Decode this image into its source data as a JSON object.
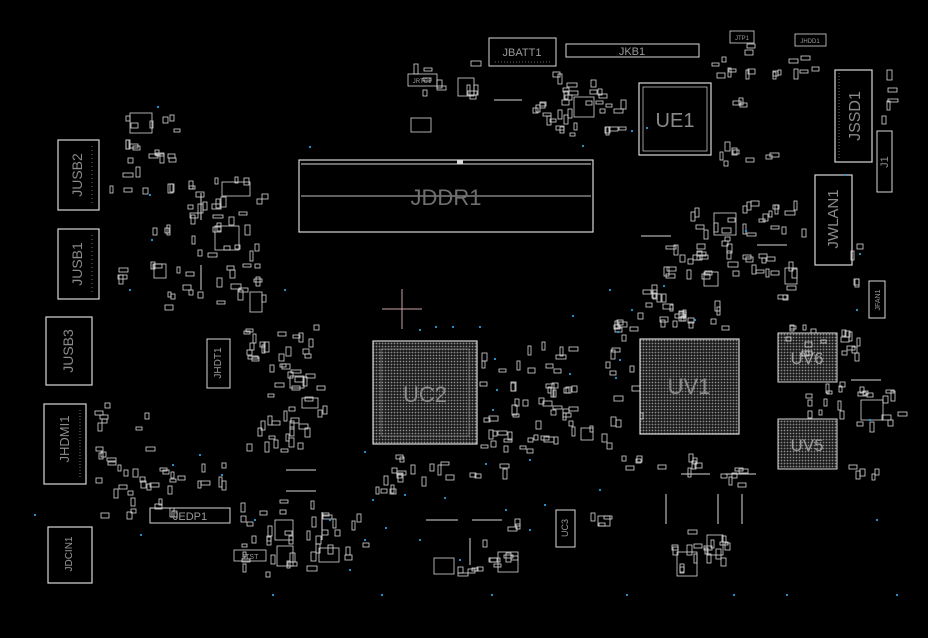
{
  "colors": {
    "background": "#000000",
    "outline": "#d9d9d9",
    "silk": "#bfbfbf",
    "label_small": "#d0d0d0",
    "via": "#2a9fd6",
    "crosshair": "#c9a3a6"
  },
  "labels": {
    "jddr1": "JDDR1",
    "ue1": "UE1",
    "uc2": "UC2",
    "uv1": "UV1",
    "uv6": "UV6",
    "uv5": "UV5",
    "jssd1": "JSSD1",
    "j1": "J1",
    "jwlan1": "JWLAN1",
    "jfan1": "JFAN1",
    "jbatt1": "JBATT1",
    "jkb1": "JKB1",
    "jtp1": "JTP1",
    "jhdd1": "JHDD1",
    "jrtc1": "JRTC1",
    "jusb2": "JUSB2",
    "jusb1": "JUSB1",
    "jusb3": "JUSB3",
    "jhdmi1": "JHDMI1",
    "jdcin1": "JDCIN1",
    "jedp1": "JEDP1",
    "jhdt1": "JHDT1",
    "uc3": "UC3",
    "jtst": "JTST"
  }
}
